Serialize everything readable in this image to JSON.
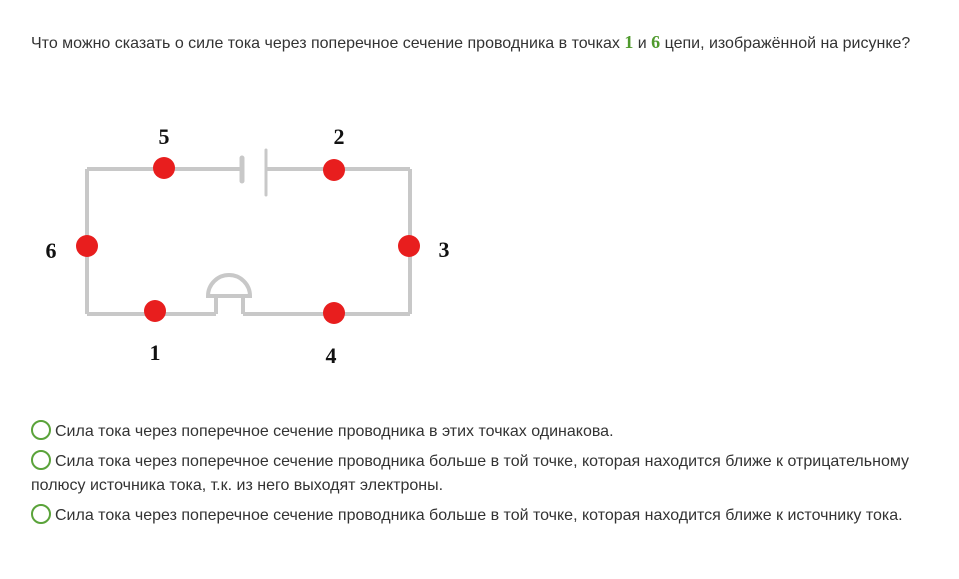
{
  "question": {
    "part1": "Что можно сказать о силе тока через поперечное сечение проводника в точках ",
    "num1": "1",
    "part2": " и ",
    "num2": "6",
    "part3": " цепи, изображённой на рисунке?"
  },
  "points": [
    {
      "id": "5",
      "label": "5"
    },
    {
      "id": "2",
      "label": "2"
    },
    {
      "id": "6",
      "label": "6"
    },
    {
      "id": "3",
      "label": "3"
    },
    {
      "id": "1",
      "label": "1"
    },
    {
      "id": "4",
      "label": "4"
    }
  ],
  "colors": {
    "wire": "#c8c8c8",
    "point": "#e81e1e",
    "accent": "#4f9a2d"
  },
  "options": [
    {
      "text": "Сила тока через поперечное сечение проводника в этих точках одинакова."
    },
    {
      "text": "Сила тока через поперечное сечение проводника больше в той точке, которая находится ближе к отрицательному полюсу источника тока, т.к. из него выходят электроны."
    },
    {
      "text": "Сила тока через поперечное сечение проводника больше в той точке, которая находится ближе к источнику тока."
    }
  ]
}
